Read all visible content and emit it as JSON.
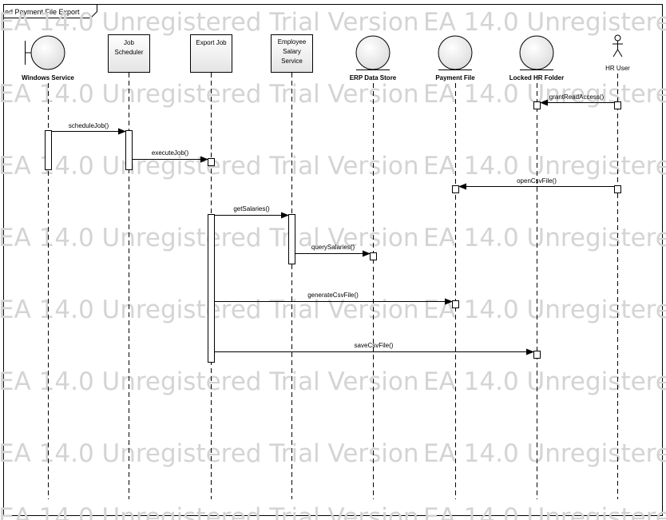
{
  "frame": {
    "title": "ed Payment File Export"
  },
  "watermark": {
    "text": "EA 14.0 Unregistered Trial Version"
  },
  "colors": {
    "line": "#000000",
    "shape_fill_top": "#ffffff",
    "shape_fill_bottom": "#e4e4e4",
    "watermark": "#d4d4d4"
  },
  "lifelines": [
    {
      "name": "Windows Service",
      "kind": "boundary"
    },
    {
      "name": "Job Scheduler",
      "kind": "box",
      "lines": [
        "Job",
        "Scheduler"
      ]
    },
    {
      "name": "Export Job",
      "kind": "box",
      "lines": [
        "Export Job"
      ]
    },
    {
      "name": "Employee Salary Service",
      "kind": "box",
      "lines": [
        "Employee",
        "Salary",
        "Service"
      ]
    },
    {
      "name": "ERP Data Store",
      "kind": "entity"
    },
    {
      "name": "Payment File",
      "kind": "entity"
    },
    {
      "name": "Locked HR Folder",
      "kind": "entity"
    },
    {
      "name": "HR User",
      "kind": "actor"
    }
  ],
  "messages": [
    {
      "label": "grantReadAccess()",
      "from": "HR User",
      "to": "Locked HR Folder"
    },
    {
      "label": "scheduleJob()",
      "from": "Windows Service",
      "to": "Job Scheduler"
    },
    {
      "label": "executeJob()",
      "from": "Job Scheduler",
      "to": "Export Job"
    },
    {
      "label": "openCsvFile()",
      "from": "HR User",
      "to": "Payment File"
    },
    {
      "label": "getSalaries()",
      "from": "Export Job",
      "to": "Employee Salary Service"
    },
    {
      "label": "querySalaries()",
      "from": "Employee Salary Service",
      "to": "ERP Data Store"
    },
    {
      "label": "generateCsvFile()",
      "from": "Export Job",
      "to": "Payment File"
    },
    {
      "label": "saveCsvFile()",
      "from": "Export Job",
      "to": "Locked HR Folder"
    }
  ]
}
